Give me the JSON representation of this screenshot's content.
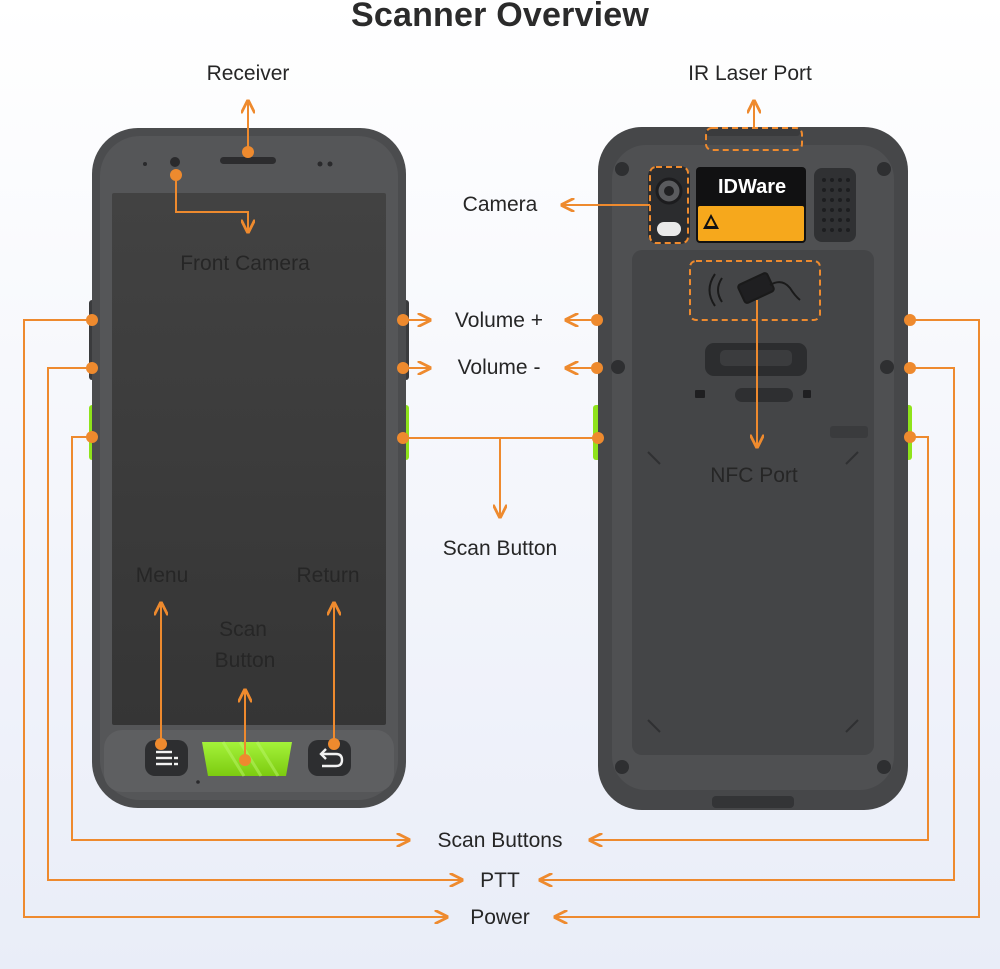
{
  "title": "Scanner Overview",
  "brand_label": "IDWare",
  "labels": {
    "receiver": "Receiver",
    "front_camera": "Front Camera",
    "menu": "Menu",
    "return": "Return",
    "scan_button_front_line1": "Scan",
    "scan_button_front_line2": "Button",
    "ir_laser_port": "IR Laser Port",
    "camera": "Camera",
    "volume_plus": "Volume +",
    "volume_minus": "Volume -",
    "nfc_port": "NFC Port",
    "scan_button_side": "Scan Button",
    "scan_buttons": "Scan Buttons",
    "ptt": "PTT",
    "power": "Power"
  },
  "colors": {
    "accent": "#ee8a2e",
    "device_body": "#4a4b4d",
    "device_dark": "#2f3032",
    "screen": "#3a3a3a",
    "scan_key": "#8fe31b",
    "label_yellow": "#f6a81c"
  },
  "icons": [
    "menu-icon",
    "return-icon",
    "nfc-icon",
    "laser-warning-icon"
  ]
}
